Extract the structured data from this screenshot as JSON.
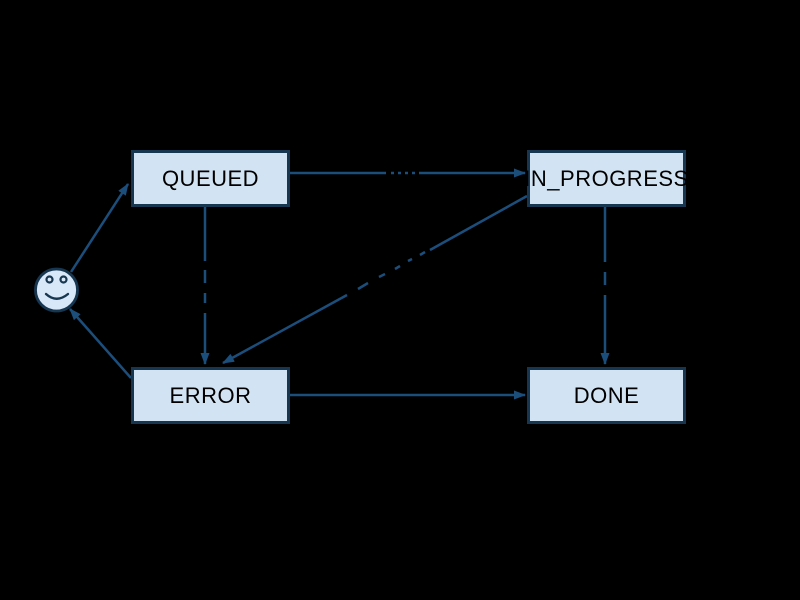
{
  "diagram": {
    "type": "state-machine",
    "background_color": "#000000",
    "node_fill_color": "#d2e3f3",
    "node_border_color": "#173650",
    "edge_color": "#1c4e7c",
    "node_text_color": "#000000",
    "nodes": [
      {
        "id": "start",
        "kind": "smiley-start-node",
        "label": ""
      },
      {
        "id": "queued",
        "kind": "state",
        "label": "QUEUED"
      },
      {
        "id": "in_progress",
        "kind": "state",
        "label": "IN_PROGRESS"
      },
      {
        "id": "error",
        "kind": "state",
        "label": "ERROR"
      },
      {
        "id": "done",
        "kind": "state",
        "label": "DONE"
      }
    ],
    "edges": [
      {
        "from": "start",
        "to": "queued"
      },
      {
        "from": "queued",
        "to": "in_progress"
      },
      {
        "from": "queued",
        "to": "error"
      },
      {
        "from": "in_progress",
        "to": "error"
      },
      {
        "from": "in_progress",
        "to": "done"
      },
      {
        "from": "error",
        "to": "done"
      },
      {
        "from": "error",
        "to": "start"
      }
    ]
  }
}
